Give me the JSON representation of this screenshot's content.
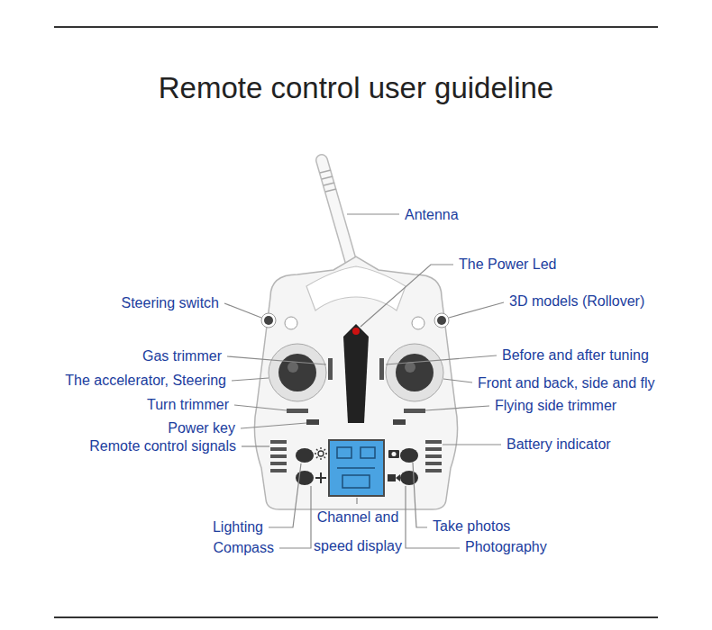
{
  "diagram": {
    "title": "Remote control user guideline",
    "labels": [
      "Antenna",
      "The Power Led",
      "Steering switch",
      "3D models (Rollover)",
      "Gas trimmer",
      "Before and after tuning",
      "The accelerator, Steering",
      "Front and back, side and fly",
      "Turn trimmer",
      "Flying side trimmer",
      "Power key",
      "Remote control signals",
      "Battery indicator",
      "Lighting",
      "Channel and speed display",
      "Take photos",
      "Compass",
      "Photography"
    ]
  }
}
